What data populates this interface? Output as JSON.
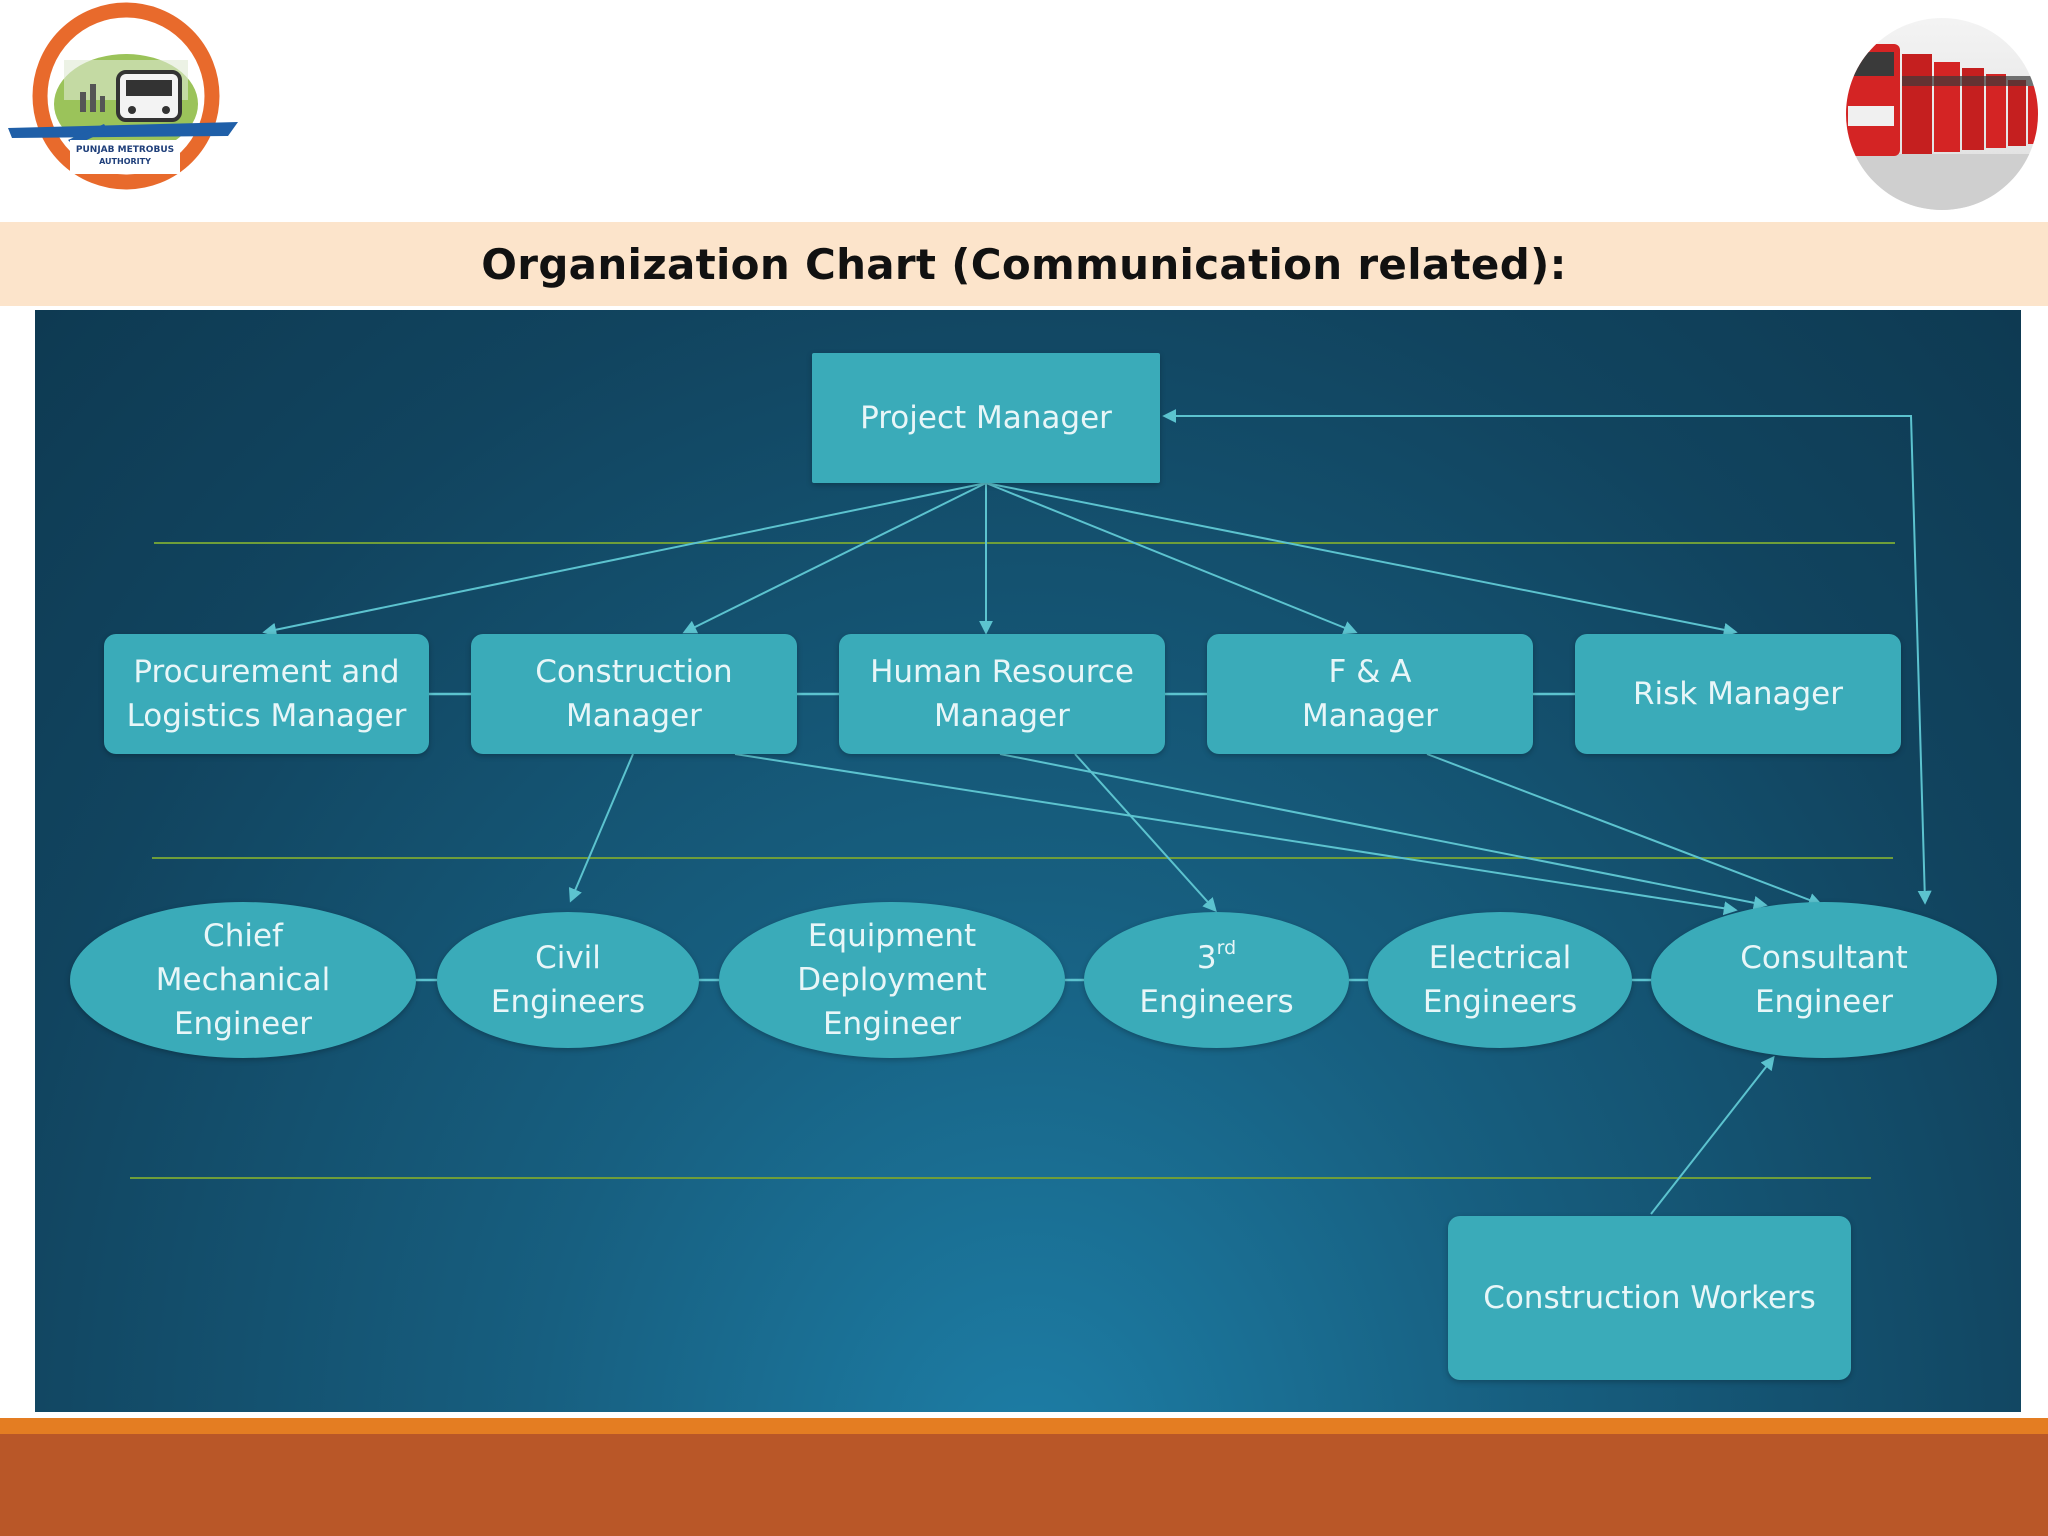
{
  "slide": {
    "title": "Organization Chart (Communication related):",
    "logo_text": [
      "PUNJAB METROBUS",
      "AUTHORITY"
    ]
  },
  "colors": {
    "title_band": "#fce4cb",
    "diagram_bg": "#11445f",
    "node_fill": "#3aabb9",
    "node_text": "#e8f6f8",
    "connector": "#5cc3cf",
    "separator": "#6f9e3a",
    "footer_accent": "#e47d22",
    "footer": "#b95728"
  },
  "icons": [
    "punjab-metrobus-authority-logo",
    "metro-bus-fleet-photo"
  ],
  "nodes": {
    "project_manager": {
      "label": "Project Manager"
    },
    "procurement_logistics_manager": {
      "line1": "Procurement and",
      "line2": "Logistics Manager"
    },
    "construction_manager": {
      "line1": "Construction",
      "line2": "Manager"
    },
    "human_resource_manager": {
      "line1": "Human Resource",
      "line2": "Manager"
    },
    "fa_manager": {
      "line1": "F & A",
      "line2": "Manager"
    },
    "risk_manager": {
      "label": "Risk Manager"
    },
    "chief_mechanical_engineer": {
      "line1": "Chief",
      "line2": "Mechanical",
      "line3": "Engineer"
    },
    "civil_engineers": {
      "line1": "Civil",
      "line2": "Engineers"
    },
    "equipment_deployment_engineer": {
      "line1": "Equipment",
      "line2": "Deployment",
      "line3": "Engineer"
    },
    "third_engineers": {
      "number": "3",
      "suffix": "rd",
      "line2": "Engineers"
    },
    "electrical_engineers": {
      "line1": "Electrical",
      "line2": "Engineers"
    },
    "consultant_engineer": {
      "line1": "Consultant",
      "line2": "Engineer"
    },
    "construction_workers": {
      "label": "Construction Workers"
    }
  },
  "edges": [
    {
      "from": "project_manager",
      "to": "procurement_logistics_manager"
    },
    {
      "from": "project_manager",
      "to": "construction_manager"
    },
    {
      "from": "project_manager",
      "to": "human_resource_manager"
    },
    {
      "from": "project_manager",
      "to": "fa_manager"
    },
    {
      "from": "project_manager",
      "to": "risk_manager"
    },
    {
      "from": "consultant_engineer",
      "to": "project_manager"
    },
    {
      "from": "construction_manager",
      "to": "civil_engineers"
    },
    {
      "from": "human_resource_manager",
      "to": "third_engineers"
    },
    {
      "from": "construction_manager",
      "to": "consultant_engineer"
    },
    {
      "from": "human_resource_manager",
      "to": "consultant_engineer"
    },
    {
      "from": "fa_manager",
      "to": "consultant_engineer"
    },
    {
      "from": "construction_workers",
      "to": "consultant_engineer"
    }
  ]
}
